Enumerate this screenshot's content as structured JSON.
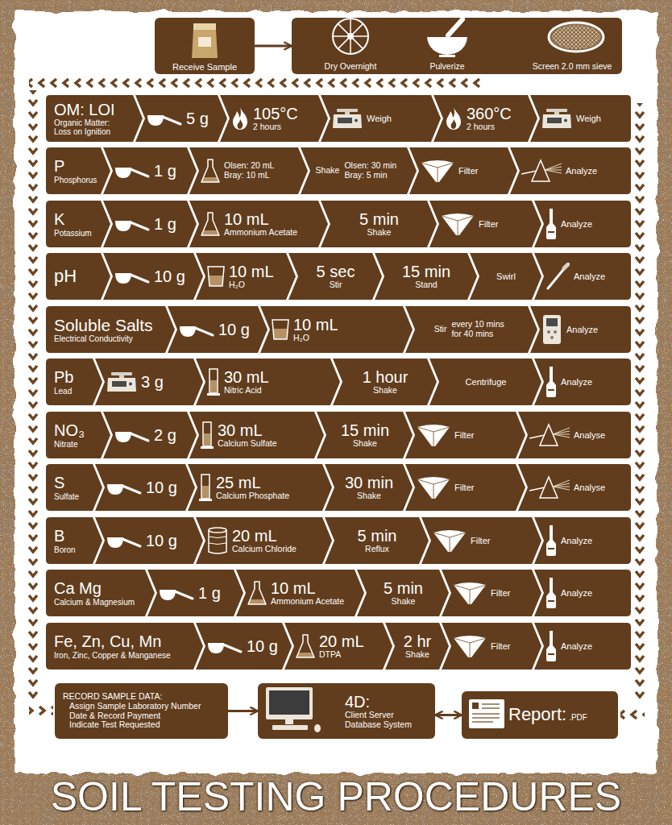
{
  "diagram": {
    "title": "SOIL TESTING PROCEDURES",
    "nodes": [
      {
        "text": [
          "Receive Sample"
        ]
      },
      {
        "text": [
          "Dry Overnight",
          "Pulverize",
          "Screen 2.0 mm sieve"
        ]
      },
      {
        "text": [
          "OM: LOI",
          "Organic Matter: Loss on Ignition"
        ]
      },
      {
        "text": [
          "5 g"
        ]
      },
      {
        "text": [
          "105°C",
          "2 hours"
        ]
      },
      {
        "text": [
          "Weigh"
        ]
      },
      {
        "text": [
          "360°C",
          "2 hours"
        ]
      },
      {
        "text": [
          "Weigh"
        ]
      },
      {
        "text": [
          "P",
          "Phosphorus"
        ]
      },
      {
        "text": [
          "1 g"
        ]
      },
      {
        "text": [
          "Olsen: 20 mL Bray: 10 mL"
        ]
      },
      {
        "text": [
          "Shake",
          "Olsen: 30 min Bray: 5 min"
        ]
      },
      {
        "text": [
          "Filter"
        ]
      },
      {
        "text": [
          "Analyze"
        ]
      },
      {
        "text": [
          "K",
          "Potassium"
        ]
      },
      {
        "text": [
          "1 g"
        ]
      },
      {
        "text": [
          "10 mL",
          "Ammonium Acetate"
        ]
      },
      {
        "text": [
          "5 min",
          "Shake"
        ]
      },
      {
        "text": [
          "Filter"
        ]
      },
      {
        "text": [
          "Analyze"
        ]
      },
      {
        "text": [
          "pH"
        ]
      },
      {
        "text": [
          "10 g"
        ]
      },
      {
        "text": [
          "10 mL",
          "H₂O"
        ]
      },
      {
        "text": [
          "5 sec",
          "Stir"
        ]
      },
      {
        "text": [
          "15 min",
          "Stand"
        ]
      },
      {
        "text": [
          "Swirl"
        ]
      },
      {
        "text": [
          "Analyze"
        ]
      },
      {
        "text": [
          "Soluble Salts",
          "Electrical Conductivity"
        ]
      },
      {
        "text": [
          "10 g"
        ]
      },
      {
        "text": [
          "10 mL",
          "H₂O"
        ]
      },
      {
        "text": [
          "Stir",
          "every 10 mins for 40 mins"
        ]
      },
      {
        "text": [
          "Analyze"
        ]
      },
      {
        "text": [
          "Pb",
          "Lead"
        ]
      },
      {
        "text": [
          "3 g"
        ]
      },
      {
        "text": [
          "30 mL",
          "Nitric Acid"
        ]
      },
      {
        "text": [
          "1 hour",
          "Shake"
        ]
      },
      {
        "text": [
          "Centrifuge"
        ]
      },
      {
        "text": [
          "Analyze"
        ]
      },
      {
        "text": [
          "NO₃",
          "Nitrate"
        ]
      },
      {
        "text": [
          "2 g"
        ]
      },
      {
        "text": [
          "30 mL",
          "Calcium Sulfate"
        ]
      },
      {
        "text": [
          "15 min",
          "Shake"
        ]
      },
      {
        "text": [
          "Filter"
        ]
      },
      {
        "text": [
          "Analyse"
        ]
      },
      {
        "text": [
          "S",
          "Sulfate"
        ]
      },
      {
        "text": [
          "10 g"
        ]
      },
      {
        "text": [
          "25 mL",
          "Calcium Phosphate"
        ]
      },
      {
        "text": [
          "30 min",
          "Shake"
        ]
      },
      {
        "text": [
          "Filter"
        ]
      },
      {
        "text": [
          "Analyse"
        ]
      },
      {
        "text": [
          "B",
          "Boron"
        ]
      },
      {
        "text": [
          "10 g"
        ]
      },
      {
        "text": [
          "20 mL",
          "Calcium Chloride"
        ]
      },
      {
        "text": [
          "5 min",
          "Reflux"
        ]
      },
      {
        "text": [
          "Filter"
        ]
      },
      {
        "text": [
          "Analyze"
        ]
      },
      {
        "text": [
          "Ca Mg",
          "Calcium & Magnesium"
        ]
      },
      {
        "text": [
          "1 g"
        ]
      },
      {
        "text": [
          "10 mL",
          "Ammonium Acetate"
        ]
      },
      {
        "text": [
          "5 min",
          "Shake"
        ]
      },
      {
        "text": [
          "Filter"
        ]
      },
      {
        "text": [
          "Analyze"
        ]
      },
      {
        "text": [
          "Fe, Zn, Cu, Mn",
          "Iron, Zinc, Copper & Manganese"
        ]
      },
      {
        "text": [
          "10 g"
        ]
      },
      {
        "text": [
          "20 mL",
          "DTPA"
        ]
      },
      {
        "text": [
          "2 hr",
          "Shake"
        ]
      },
      {
        "text": [
          "Filter"
        ]
      },
      {
        "text": [
          "Analyze"
        ]
      },
      {
        "text": [
          "RECORD SAMPLE DATA:",
          "Assign Sample Laboratory Number",
          "Date & Record Payment",
          "Indicate Test Requested"
        ]
      },
      {
        "text": [
          "4D:",
          "Client Server Database System"
        ]
      },
      {
        "text": [
          "Report:",
          ".PDF"
        ]
      }
    ],
    "edges": [
      {
        "from": 0,
        "to": 1,
        "arrow": "to"
      },
      {
        "from": 68,
        "to": 69,
        "arrow": "to"
      },
      {
        "from": 69,
        "to": 70,
        "arrow": "both"
      }
    ]
  }
}
